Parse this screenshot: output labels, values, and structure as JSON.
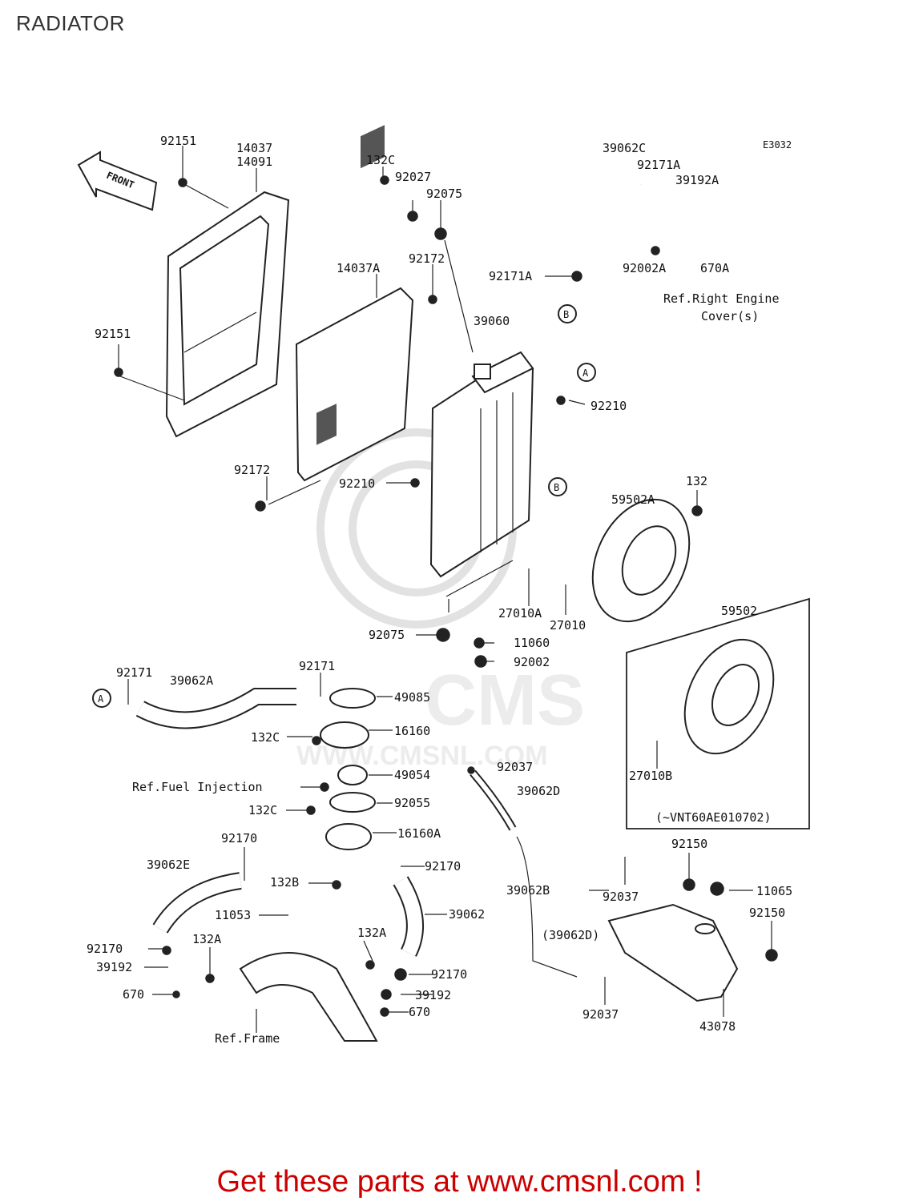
{
  "title": "RADIATOR",
  "code": "E3032",
  "front": "FRONT",
  "watermark": {
    "main": "CMS",
    "url": "WWW.CMSNL.COM"
  },
  "footer": "Get these parts at www.cmsnl.com !",
  "circles": {
    "a": "A",
    "b": "B"
  },
  "labels": {
    "p92151a": "92151",
    "p14037": "14037",
    "p14091": "14091",
    "p132c_a": "132C",
    "p92027": "92027",
    "p92075a": "92075",
    "p39062c": "39062C",
    "p92171a_a": "92171A",
    "p39192a": "39192A",
    "p92002a": "92002A",
    "p670a": "670A",
    "ref_engine_1": "Ref.Right Engine",
    "ref_engine_2": "Cover(s)",
    "p92171a_b": "92171A",
    "p92172a": "92172",
    "p14037a": "14037A",
    "p92151b": "92151",
    "p39060": "39060",
    "p92210a": "92210",
    "p92172b": "92172",
    "p92210b": "92210",
    "p132": "132",
    "p59502a": "59502A",
    "p27010a": "27010A",
    "p27010": "27010",
    "p92075b": "92075",
    "p11060": "11060",
    "p92002": "92002",
    "p59502": "59502",
    "p27010b": "27010B",
    "inset_note": "(~VNT60AE010702)",
    "p92171_1": "92171",
    "p39062a": "39062A",
    "p92171_2": "92171",
    "p49085": "49085",
    "p16160": "16160",
    "p132c_b": "132C",
    "p92037a": "92037",
    "p49054": "49054",
    "ref_fuel": "Ref.Fuel Injection",
    "p39062d": "39062D",
    "p92055": "92055",
    "p132c_c": "132C",
    "p16160a": "16160A",
    "p92170a": "92170",
    "p92170b": "92170",
    "p39062e": "39062E",
    "p132b": "132B",
    "p11053": "11053",
    "p39062": "39062",
    "p39062b": "39062B",
    "p92037b": "92037",
    "p92150a": "92150",
    "p11065": "11065",
    "p92150b": "92150",
    "p132a_a": "132A",
    "p132a_b": "132A",
    "p92170c": "92170",
    "p39192a_b": "39192",
    "p670a_b": "670",
    "p92170d": "92170",
    "p39192b": "39192",
    "p670b": "670",
    "p39062d_b": "(39062D)",
    "p92037c": "92037",
    "p43078": "43078",
    "ref_frame": "Ref.Frame"
  }
}
